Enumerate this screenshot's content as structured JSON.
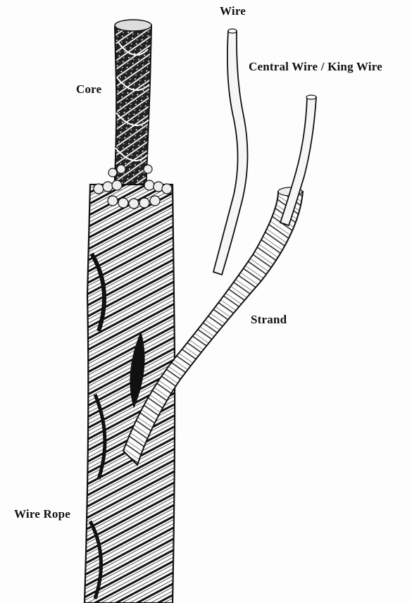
{
  "labels": {
    "wire": "Wire",
    "central_wire": "Central Wire / King Wire",
    "core": "Core",
    "strand": "Strand",
    "wire_rope": "Wire Rope"
  },
  "colors": {
    "ink": "#111111",
    "paper": "#fdfdfd"
  }
}
